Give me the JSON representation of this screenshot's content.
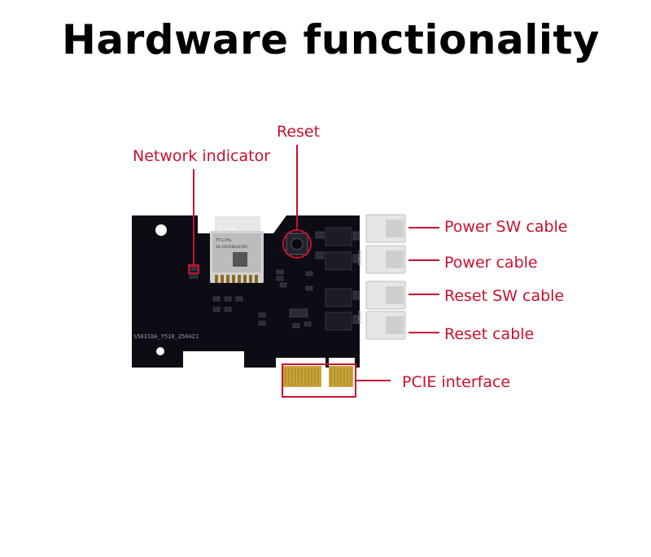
{
  "page": {
    "title": "Hardware functionality"
  },
  "labels": {
    "reset": "Reset",
    "network_indicator": "Network indicator",
    "power_sw_cable": "Power SW cable",
    "power_cable": "Power cable",
    "reset_sw_cable": "Reset SW cable",
    "reset_cable": "Reset cable",
    "pcie_interface": "PCIE interface"
  },
  "board": {
    "module_lines": [
      "TI-U-HL",
      "TT-U-HL",
      "SN:1001988G020M"
    ],
    "silkscreen": "S50318A_Y510_250421",
    "side_text_power": "POWER",
    "side_text_reset": "RESET"
  },
  "colors": {
    "accent": "#c8102e",
    "pcb": "#0c0c14",
    "connector": "#e6e6e6",
    "gold": "#c9a43a"
  }
}
